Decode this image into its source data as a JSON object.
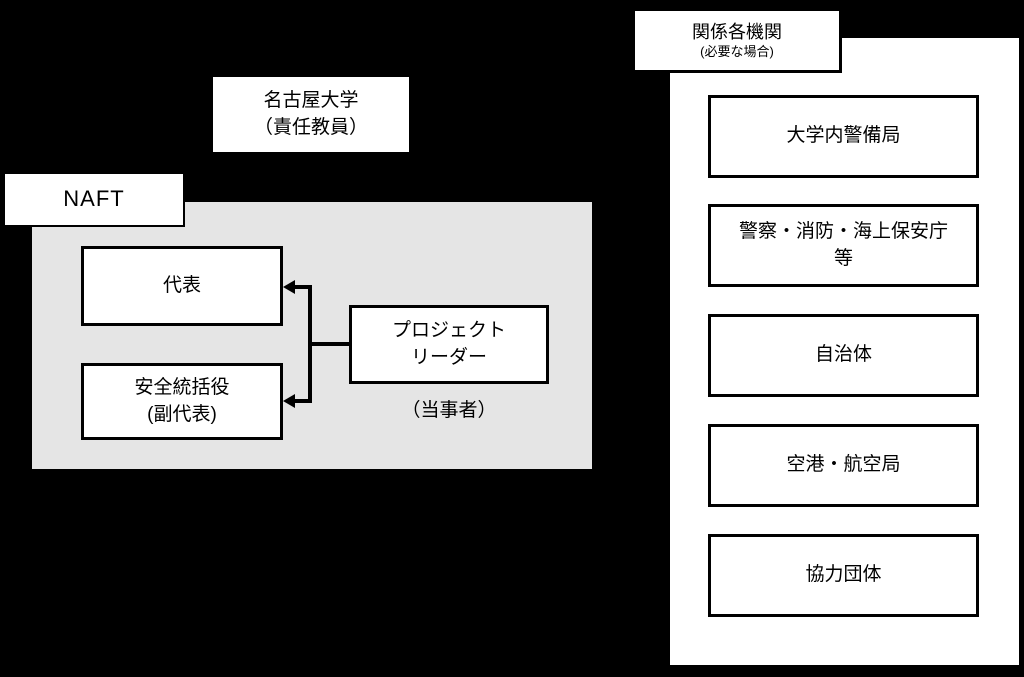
{
  "colors": {
    "background": "#000000",
    "group_panel_fill": "#e5e5e5",
    "box_fill": "#ffffff",
    "line_and_border": "#000000"
  },
  "title_box": {
    "label": "名古屋大学\n（責任教員）"
  },
  "naft": {
    "label": "NAFT"
  },
  "naft_group": {
    "representative": "代表",
    "safety_officer": "安全統括役\n(副代表)",
    "project_leader": "プロジェクト\nリーダー",
    "party_caption": "（当事者）"
  },
  "related_orgs": {
    "title": "関係各機関",
    "subtitle": "(必要な場合)",
    "items": [
      {
        "label": "大学内警備局"
      },
      {
        "label": "警察・消防・海上保安庁\n等"
      },
      {
        "label": "自治体"
      },
      {
        "label": "空港・航空局"
      },
      {
        "label": "協力団体"
      }
    ]
  }
}
